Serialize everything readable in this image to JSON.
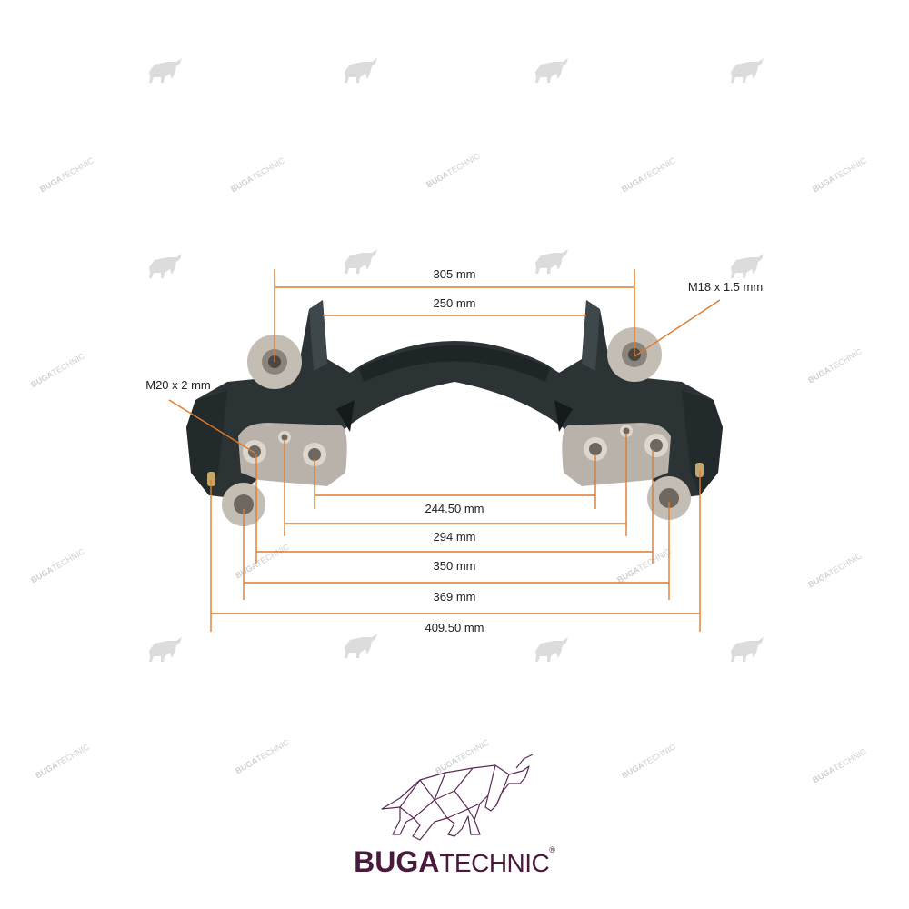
{
  "dimensions": {
    "top_outer": "305 mm",
    "top_inner": "250 mm",
    "thread_right": "M18 x 1.5 mm",
    "thread_left": "M20 x 2 mm",
    "bottom": [
      "244.50 mm",
      "294 mm",
      "350 mm",
      "369 mm",
      "409.50 mm"
    ]
  },
  "watermark": {
    "brand_bold": "BUGA",
    "brand_thin": "TECHNIC"
  },
  "logo": {
    "brand_bold": "BUGA",
    "brand_thin": "TECHNIC",
    "registered": "®"
  },
  "colors": {
    "dimension_line": "#e07a2c",
    "part_body": "#2b3335",
    "part_machined": "#b9b2aa",
    "brand": "#4a1a3c"
  }
}
